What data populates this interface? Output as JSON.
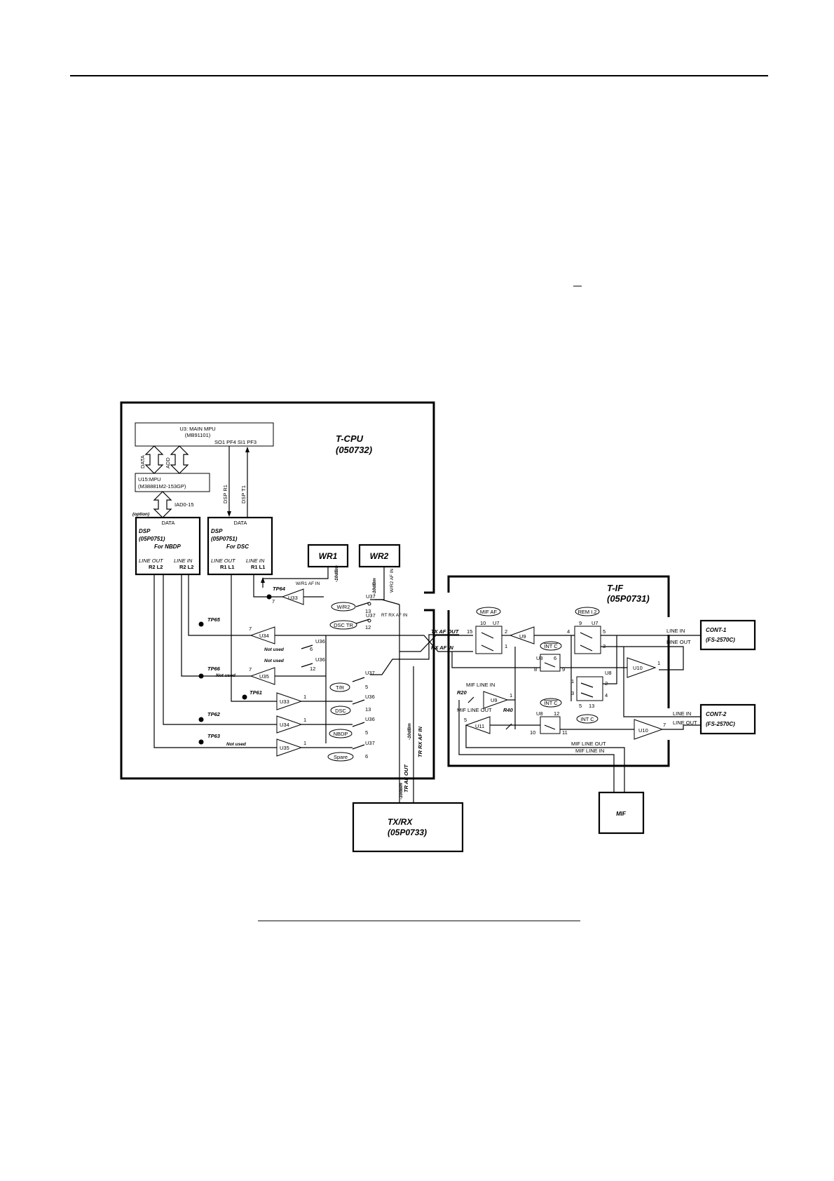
{
  "blocks": {
    "tcpu": {
      "name": "T-CPU",
      "code": "(050732)"
    },
    "tif": {
      "name": "T-IF",
      "code": "(05P0731)"
    },
    "txrx": {
      "name": "TX/RX",
      "code": "(05P0733)"
    },
    "cont1": {
      "name": "CONT-1",
      "code": "(FS-2570C)"
    },
    "cont2": {
      "name": "CONT-2",
      "code": "(FS-2570C)"
    },
    "mif": {
      "name": "MIF"
    },
    "wr1": {
      "name": "WR1"
    },
    "wr2": {
      "name": "WR2"
    },
    "main_mpu": {
      "name": "U3: MAIN MPU",
      "part": "(MB91101)",
      "ports": "SO1 PF4   SI1 PF3"
    },
    "sub_mpu": {
      "name": "U15:MPU",
      "part": "(M38881M2-153GP)"
    },
    "dsp_nbdp": {
      "data": "DATA",
      "name": "DSP",
      "code": "(05P0751)",
      "purpose": "For NBDP",
      "out_label": "LINE OUT",
      "out_pins": "R2  L2",
      "in_label": "LINE IN",
      "in_pins": "R2  L2"
    },
    "dsp_dsc": {
      "data": "DATA",
      "name": "DSP",
      "code": "(05P0751)",
      "purpose": "For DSC",
      "out_label": "LINE OUT",
      "out_pins": "R1  L1",
      "in_label": "LINE IN",
      "in_pins": "R1  L1"
    }
  },
  "labels": {
    "data_bus": "DATA",
    "addr_bus": "ADD",
    "iad": "IAD0-15",
    "option": "(option)",
    "dsp_r1": "DSP R1",
    "dsp_t1": "DSP T1",
    "tp64": "TP64",
    "tp65": "TP65",
    "tp66": "TP66",
    "tp61": "TP61",
    "tp62": "TP62",
    "tp63": "TP63",
    "wr1_af_in": "W/R1 AF IN",
    "wr2_af_in": "W/R2 AF IN",
    "minus10_a": "-10dBm",
    "minus10_b": "-10dBm",
    "minus10_c": "-10dBm",
    "minus10_d": "-10dBm",
    "rt_rx_af_in": "RT RX AF IN",
    "tx_af_out": "TX AF OUT",
    "rx_af_in": "RX AF IN",
    "tr_af_out": "TR AF OUT",
    "tr_rx_af_in": "TR RX AF IN",
    "not_used_1": "Not used",
    "not_used_2": "Not used",
    "not_used_3": "Not used",
    "not_used_4": "Not used",
    "wr2_oval": "W/R2",
    "dsc_tr_oval": "DSC TR",
    "tr_oval": "T/R",
    "dsc_oval": "DSC",
    "nbdp_oval": "NBDP",
    "spare_oval": "Spare",
    "mif_af_oval": "MIF AF",
    "rem_i2_oval": "REM I.2",
    "int_c_1": "INT C",
    "int_c_2": "INT C",
    "int_c_3": "INT C",
    "mif_line_in": "MIF LINE IN",
    "mif_line_out": "MIF LINE OUT",
    "mif_line_out_2": "MIF LINE OUT",
    "mif_line_in_2": "MIF LINE IN",
    "line_in_1": "LINE IN",
    "line_out_1": "LINE OUT",
    "line_in_2": "LINE IN",
    "line_out_2": "LINE OUT",
    "r20": "R20",
    "r40": "R40"
  },
  "parts": {
    "u33a": "U33",
    "u34a": "U34",
    "u35a": "U35",
    "u33b": "U33",
    "u34b": "U34",
    "u35b": "U35",
    "u37a": "U37",
    "u37b": "U37",
    "u37c": "U37",
    "u37d": "U37",
    "u36a": "U36",
    "u36b": "U36",
    "u36c": "U36",
    "u36d": "U36",
    "u7a": "U7",
    "u7b": "U7",
    "u9a": "U9",
    "u9b": "U9",
    "u10a": "U10",
    "u10b": "U10",
    "u11": "U11",
    "u8a": "U8",
    "u8b": "U8",
    "u8c": "U8"
  },
  "pins": {
    "p7a": "7",
    "p7b": "7",
    "p7c": "7",
    "p1a": "1",
    "p1b": "1",
    "p1c": "1",
    "p13a": "13",
    "p12a": "12",
    "p6a": "6",
    "p12b": "12",
    "p5a": "5",
    "p13b": "13",
    "p5b": "5",
    "p6b": "6",
    "p10a": "10",
    "p15": "15",
    "p2a": "2",
    "p1d": "1",
    "p9a": "9",
    "p5c": "5",
    "p4a": "4",
    "p3a": "3",
    "p8": "8",
    "p9b": "9",
    "p6c": "6",
    "p1e": "1",
    "p2b": "2",
    "p3b": "3",
    "p4b": "4",
    "p5d": "5",
    "p13c": "13",
    "p10b": "10",
    "p11": "11",
    "p12c": "12",
    "p1f": "1",
    "p5e": "5",
    "p7d": "7",
    "p1g": "1"
  }
}
